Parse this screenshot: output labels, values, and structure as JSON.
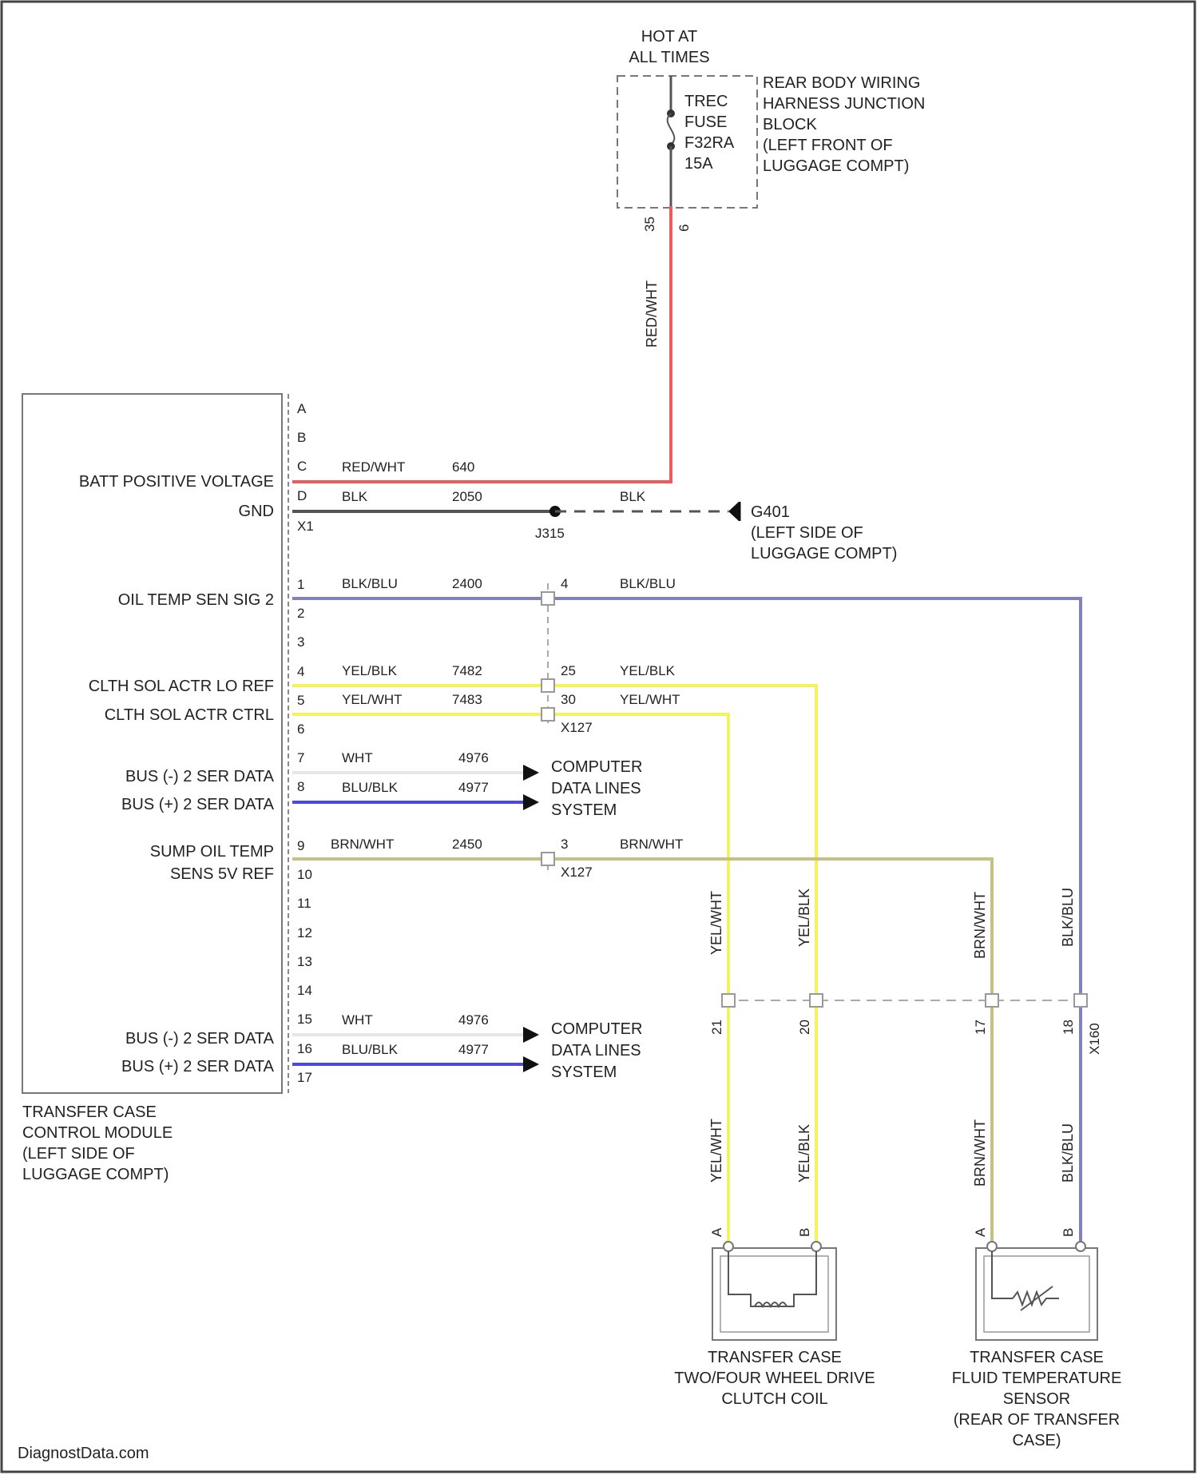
{
  "fuse_block": {
    "hot": [
      "HOT AT",
      "ALL TIMES"
    ],
    "fuse": [
      "TREC",
      "FUSE",
      "F32RA",
      "15A"
    ],
    "location": [
      "REAR BODY WIRING",
      "HARNESS JUNCTION",
      "BLOCK",
      "(LEFT FRONT OF",
      "LUGGAGE COMPT)"
    ],
    "pin_a": "35",
    "pin_b": "6",
    "wire": "RED/WHT"
  },
  "module": {
    "name": [
      "TRANSFER CASE",
      "CONTROL MODULE",
      "(LEFT SIDE OF",
      "LUGGAGE COMPT)"
    ],
    "connector": "X1",
    "pins_top": [
      "A",
      "B",
      "C",
      "D"
    ],
    "pins": [
      "1",
      "2",
      "3",
      "4",
      "5",
      "6",
      "7",
      "8",
      "9",
      "10",
      "11",
      "12",
      "13",
      "14",
      "15",
      "16",
      "17"
    ],
    "labels": {
      "batt": "BATT POSITIVE VOLTAGE",
      "gnd": "GND",
      "oil_temp": "OIL TEMP SEN SIG 2",
      "clth_lo": "CLTH SOL ACTR LO REF",
      "clth_ctrl": "CLTH SOL ACTR CTRL",
      "bus1_minus": "BUS (-) 2 SER DATA",
      "bus1_plus": "BUS (+) 2 SER DATA",
      "sump1": "SUMP OIL TEMP",
      "sump2": "SENS 5V REF",
      "bus2_minus": "BUS (-) 2 SER DATA",
      "bus2_plus": "BUS (+) 2 SER DATA"
    }
  },
  "wires": {
    "c_color": "RED/WHT",
    "c_circuit": "640",
    "d_color": "BLK",
    "d_circuit": "2050",
    "d_color2": "BLK",
    "splice": "J315",
    "ground": [
      "G401",
      "(LEFT SIDE OF",
      "LUGGAGE COMPT)"
    ],
    "w1_color": "BLK/BLU",
    "w1_circuit": "2400",
    "w1_pin": "4",
    "w1_color2": "BLK/BLU",
    "w4_color": "YEL/BLK",
    "w4_circuit": "7482",
    "w4_pin": "25",
    "w4_color2": "YEL/BLK",
    "w5_color": "YEL/WHT",
    "w5_circuit": "7483",
    "w5_pin": "30",
    "w5_color2": "YEL/WHT",
    "x127": "X127",
    "w7_color": "WHT",
    "w7_circuit": "4976",
    "w8_color": "BLU/BLK",
    "w8_circuit": "4977",
    "w9_color": "BRN/WHT",
    "w9_circuit": "2450",
    "w9_pin": "3",
    "w9_color2": "BRN/WHT",
    "x127b": "X127",
    "w15_color": "WHT",
    "w15_circuit": "4976",
    "w16_color": "BLU/BLK",
    "w16_circuit": "4977",
    "cdl": [
      "COMPUTER",
      "DATA LINES",
      "SYSTEM"
    ]
  },
  "lower": {
    "v1": "YEL/WHT",
    "v2": "YEL/BLK",
    "v3": "BRN/WHT",
    "v4": "BLK/BLU",
    "p1": "21",
    "p2": "20",
    "p3": "17",
    "p4": "18",
    "conn": "X160",
    "b1": "YEL/WHT",
    "b2": "YEL/BLK",
    "b3": "BRN/WHT",
    "b4": "BLK/BLU",
    "a": "A",
    "b": "B",
    "c": "A",
    "d": "B"
  },
  "components": {
    "clutch": [
      "TRANSFER CASE",
      "TWO/FOUR WHEEL DRIVE",
      "CLUTCH COIL"
    ],
    "sensor": [
      "TRANSFER CASE",
      "FLUID TEMPERATURE",
      "SENSOR",
      "(REAR OF TRANSFER",
      "CASE)"
    ]
  },
  "watermark": "DiagnostData.com",
  "colors": {
    "red": "#f05a5a",
    "black": "#333333",
    "blue_grey": "#8080c8",
    "yellow": "#f3f35a",
    "blue": "#4a4adc",
    "tan": "#c8c082",
    "white_wire": "#e6e6e6",
    "outline": "#777777"
  }
}
